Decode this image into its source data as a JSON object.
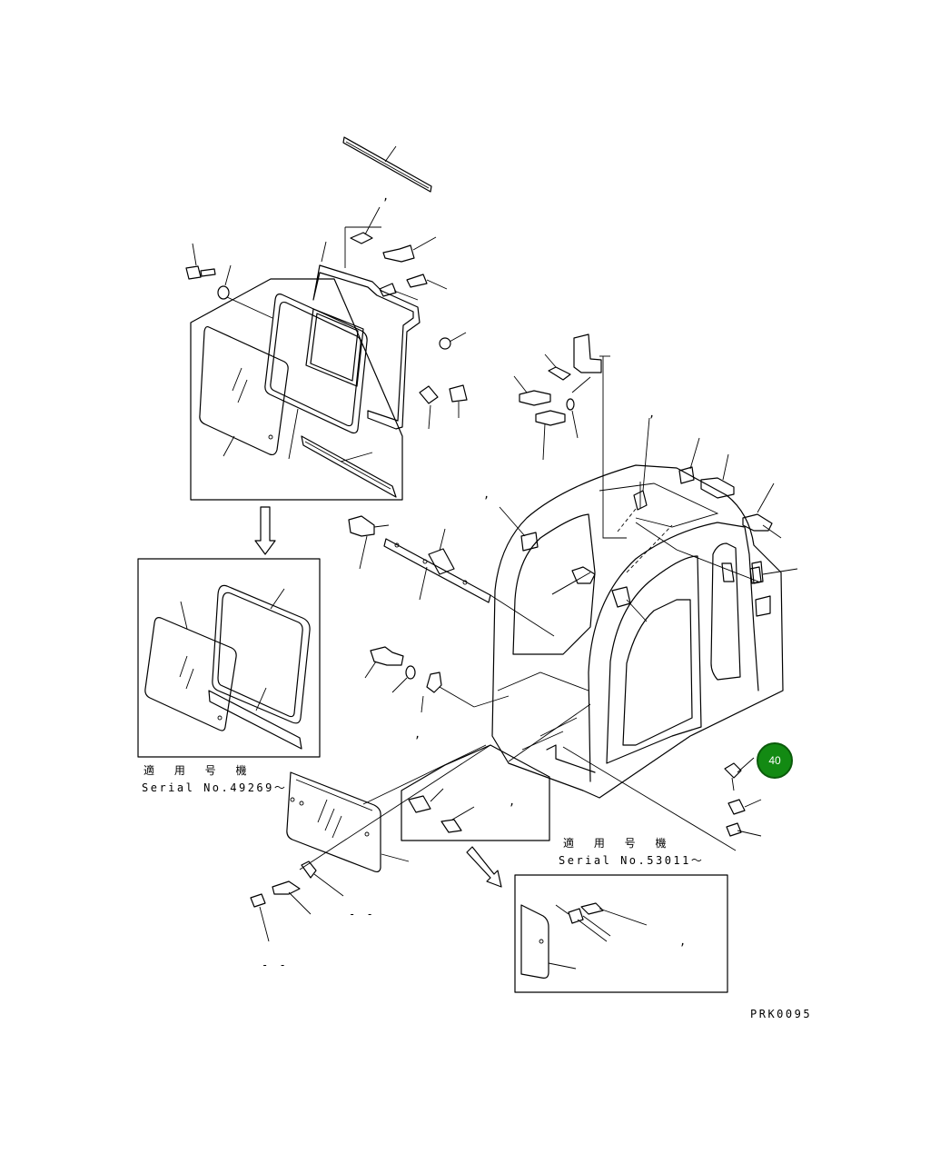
{
  "diagram": {
    "drawing_code": "PRK0095",
    "notes": [
      {
        "jp": "適 用 号 機",
        "serial": "Serial No.49269～"
      },
      {
        "jp": "適 用 号 機",
        "serial": "Serial No.53011～"
      }
    ],
    "callout_marks": [
      ",",
      ",",
      ",",
      ",",
      ",",
      "- -",
      "- -"
    ],
    "highlight_marker": {
      "label": "40",
      "color": "#138a13",
      "border": "#0b5a0b"
    }
  }
}
